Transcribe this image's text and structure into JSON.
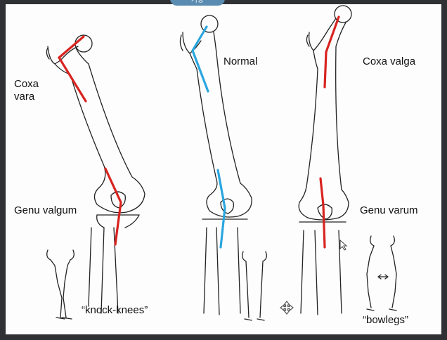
{
  "tab": {
    "label": "기능",
    "color": "#5a8bb0"
  },
  "labels": {
    "coxa_vara_1": "Coxa",
    "coxa_vara_2": "vara",
    "normal": "Normal",
    "coxa_valga": "Coxa valga",
    "genu_valgum": "Genu valgum",
    "genu_varum": "Genu varum",
    "knock_knees": "“knock-knees”",
    "bowlegs": "“bowlegs”"
  },
  "colors": {
    "abnormal_line": "#d8231f",
    "normal_line": "#2aa6df",
    "ink": "#222222"
  },
  "icons": {
    "move": "move-cursor-icon",
    "pointer": "mouse-pointer-icon"
  }
}
